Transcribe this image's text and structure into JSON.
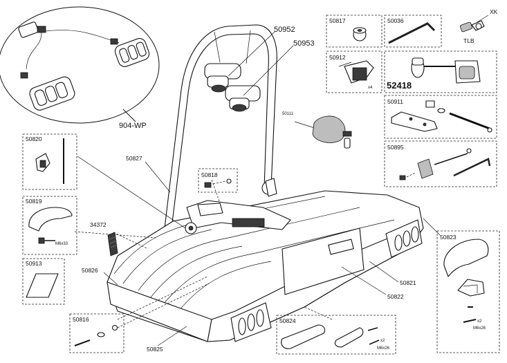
{
  "callouts": {
    "wiring_harness": "904-WP",
    "arm_short": "50952",
    "arm_long": "50953",
    "clamp_top": "50817",
    "hex_key": "50036",
    "lock_xk": "XK",
    "lock_tlb": "TLB",
    "strap": "50912",
    "strap_qty": "x4",
    "arm_assembly": "52418",
    "knob": "50111",
    "bracket": "50911",
    "knob_set": "50895",
    "strap_tool": "50820",
    "frame": "50827",
    "screw": "50818",
    "wheel_cradle": "50819",
    "bolt_spec": "M6x33",
    "reflector": "34372",
    "sticker": "50913",
    "platform": "50826",
    "side_rail": "50821",
    "license_plate": "50822",
    "end_cap": "50823",
    "screw_qty": "x2",
    "screw_spec": "M6x26",
    "rear_screws": "50816",
    "bottom_frame": "50825",
    "end_cap_pair": "50824",
    "pair_qty": "x2",
    "pair_spec": "M6x26"
  }
}
